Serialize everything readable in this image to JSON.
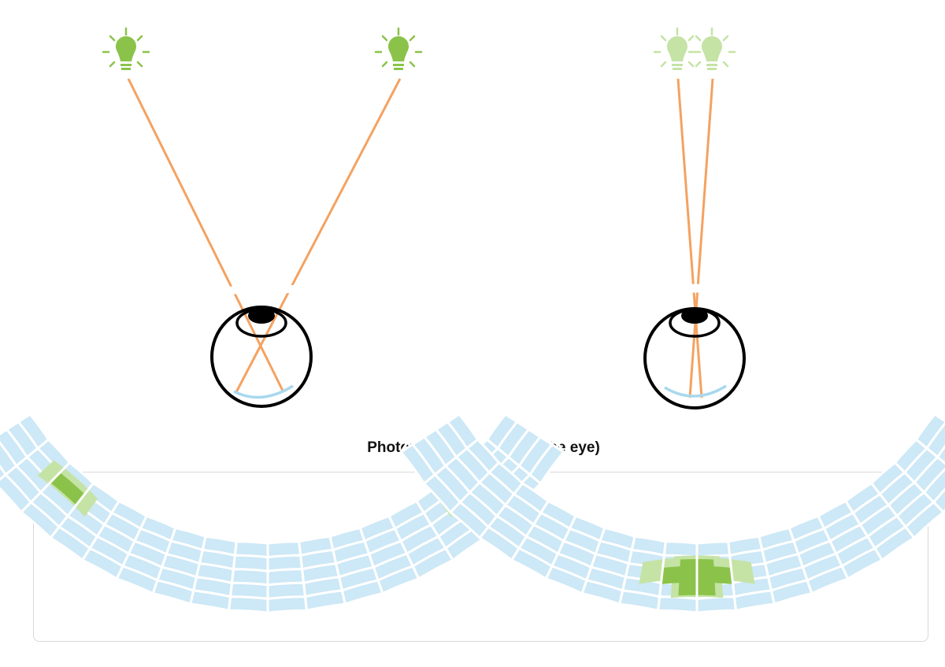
{
  "caption": "Photoreceptors (back of the eye)",
  "colors": {
    "bulb_bright": "#8bc34a",
    "bulb_faded": "#c5e3a5",
    "ray": "#f4a261",
    "retina": "#a8d8ee",
    "photoreceptor": "#cde8f6",
    "eye_outline": "#000000",
    "panel_border": "#d9d9d9"
  },
  "scenes": [
    {
      "id": "wide-separation",
      "bulbs": [
        "lightbulb-icon",
        "lightbulb-icon"
      ],
      "bulb_style": "bright",
      "rays_cross_at_pupil": true,
      "activated_cells": "two separate groups at opposite ends of the retina"
    },
    {
      "id": "narrow-separation",
      "bulbs": [
        "lightbulb-icon",
        "lightbulb-icon"
      ],
      "bulb_style": "faded",
      "rays_cross_at_pupil": true,
      "activated_cells": "one merged group at the center of the retina"
    }
  ]
}
